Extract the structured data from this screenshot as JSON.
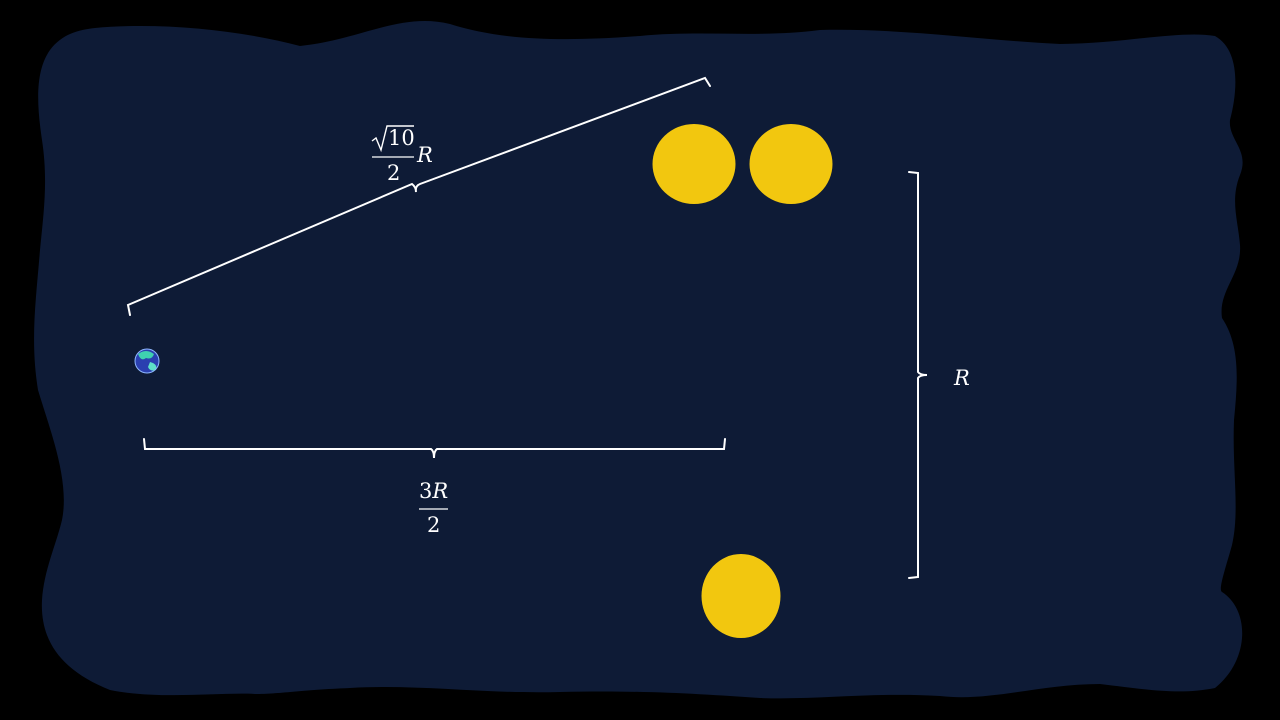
{
  "colors": {
    "background": "#000000",
    "panel": "#0e1b36",
    "sun": "#f2c70f",
    "line": "#ffffff"
  },
  "labels": {
    "diagonal": {
      "radical": "10",
      "denominator": "2",
      "variable": "R"
    },
    "horizontal": {
      "numerator": "3R",
      "denominator": "2"
    },
    "vertical": {
      "variable": "R"
    }
  },
  "bodies": {
    "planet_icon": "earth-globe-icon",
    "suns": [
      "sun-top-left",
      "sun-top-right",
      "sun-bottom"
    ]
  }
}
